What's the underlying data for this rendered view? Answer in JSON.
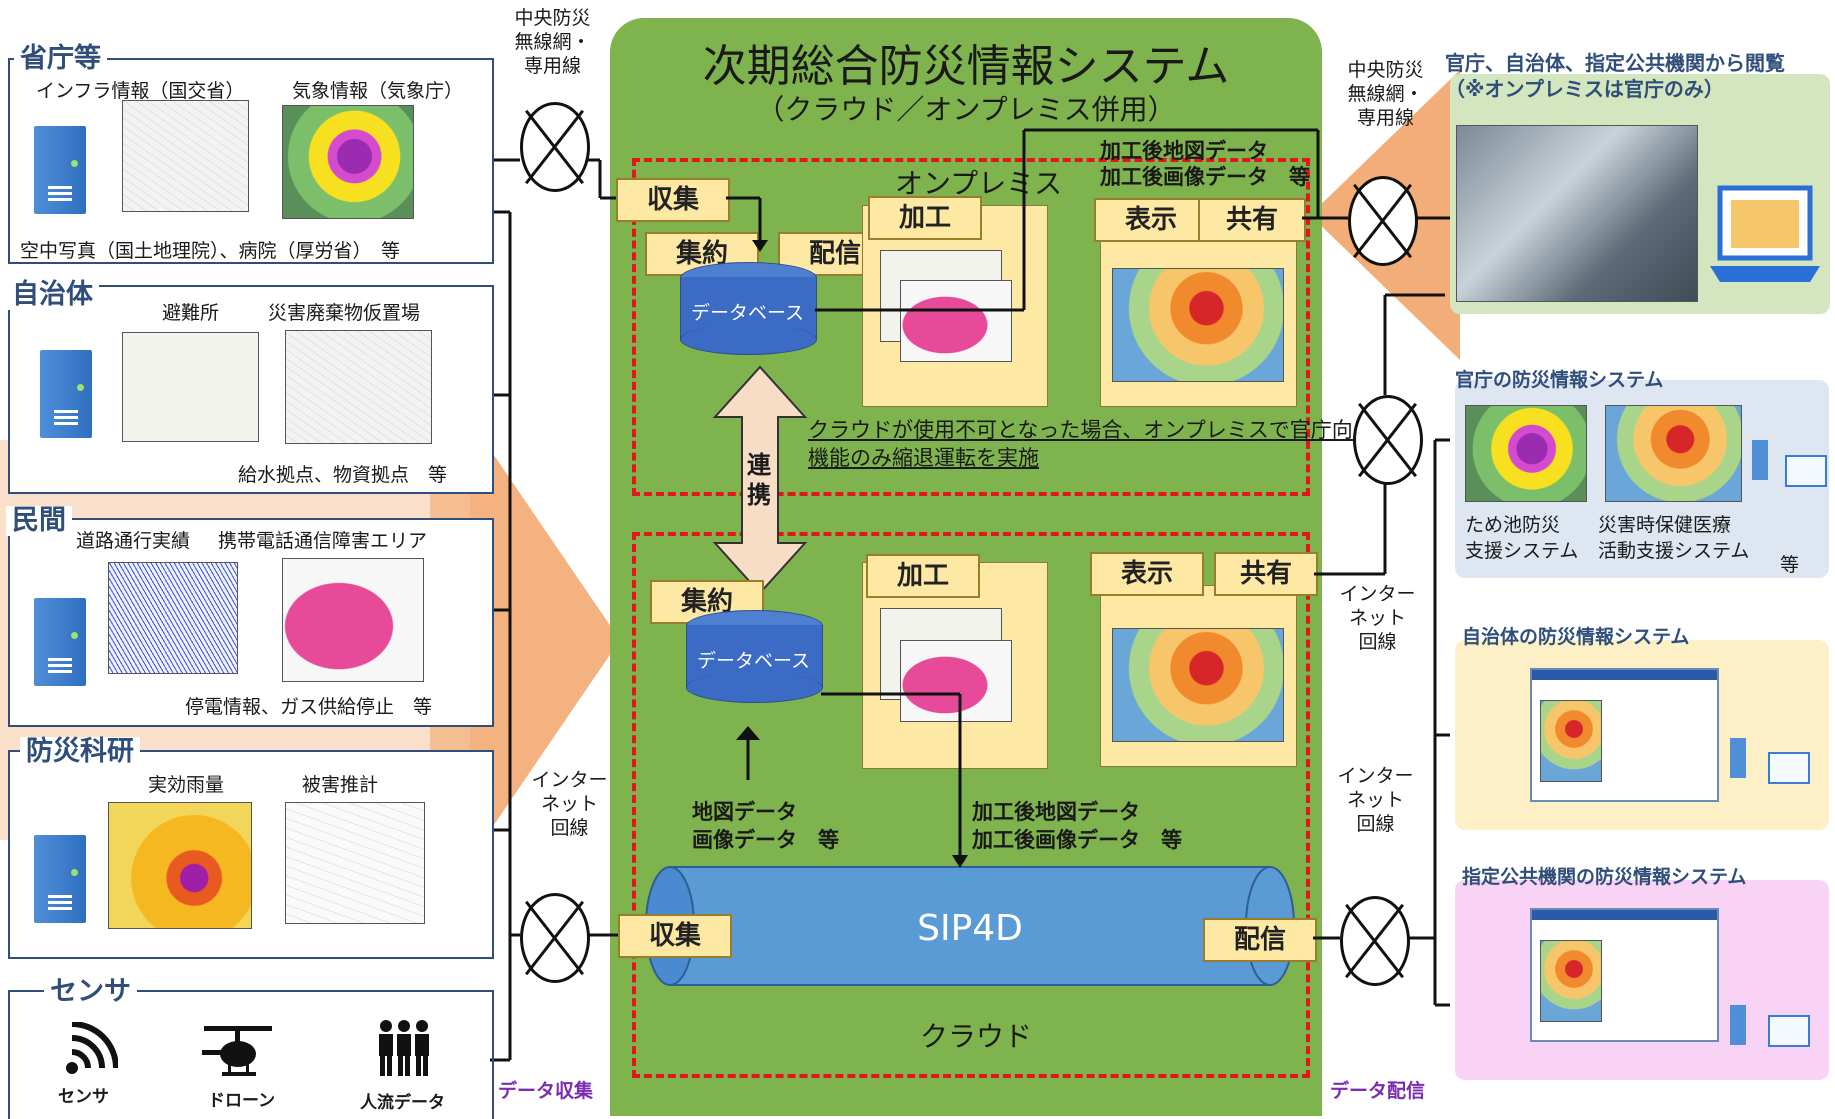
{
  "main": {
    "title": "次期総合防災情報システム",
    "subtitle": "（クラウド／オンプレミス併用）",
    "onprem_label": "オンプレミス",
    "cloud_label": "クラウド",
    "sip4d_label": "SIP4D",
    "link_label": "連携",
    "fallback_note_line1": "クラウドが使用不可となった場合、オンプレミスで官庁向け",
    "fallback_note_line2": "機能のみ縮退運転を実施",
    "onprem_processed_line1": "加工後地図データ",
    "onprem_processed_line2": "加工後画像データ　等",
    "cloud_processed_line1": "加工後地図データ",
    "cloud_processed_line2": "加工後画像データ　等",
    "cloud_input_line1": "地図データ",
    "cloud_input_line2": "画像データ　等",
    "database_label": "データベース",
    "tags": {
      "collect": "収集",
      "aggregate": "集約",
      "distribute": "配信",
      "process": "加工",
      "display": "表示",
      "share": "共有"
    }
  },
  "sources": {
    "ministry": {
      "title": "省庁等",
      "label_infra": "インフラ情報（国交省）",
      "label_weather": "気象情報（気象庁）",
      "label_bottom": "空中写真（国土地理院）、病院（厚労省）　等"
    },
    "local": {
      "title": "自治体",
      "label_shelter": "避難所",
      "label_waste": "災害廃棄物仮置場",
      "label_bottom": "給水拠点、物資拠点　等"
    },
    "private": {
      "title": "民間",
      "label_road": "道路通行実績",
      "label_mobile": "携帯電話通信障害エリア",
      "label_bottom": "停電情報、ガス供給停止　等"
    },
    "nied": {
      "title": "防災科研",
      "label_rain": "実効雨量",
      "label_damage": "被害推計"
    },
    "sensor": {
      "title": "センサ",
      "icon_sensor_label": "センサ",
      "icon_drone_label": "ドローン",
      "icon_people_label": "人流データ"
    }
  },
  "network": {
    "left_top_line1": "中央防災",
    "left_top_line2": "無線網・",
    "left_top_line3": "専用線",
    "right_top_line1": "中央防災",
    "right_top_line2": "無線網・",
    "right_top_line3": "専用線",
    "internet_line1": "インター",
    "internet_line2": "ネット",
    "internet_line3": "回線",
    "data_collection": "データ収集",
    "data_distribution": "データ配信"
  },
  "destinations": {
    "top_line1": "官庁、自治体、指定公共機関から閲覧",
    "top_line2": "（※オンプレミスは官庁のみ）",
    "gov_title": "官庁の防災情報システム",
    "gov_sys1_line1": "ため池防災",
    "gov_sys1_line2": "支援システム",
    "gov_sys2_line1": "災害時保健医療",
    "gov_sys2_line2": "活動支援システム",
    "gov_etc": "等",
    "local_title": "自治体の防災情報システム",
    "public_title": "指定公共機関の防災情報システム"
  },
  "colors": {
    "main_green": "#7fb34d",
    "dashed_red": "#e3161c",
    "tag_fill": "#fde9a3",
    "arrow_orange": "#f2a46a",
    "source_border": "#2f4e79",
    "gov_panel": "#dde6f1",
    "local_panel": "#fdf0c6",
    "public_panel": "#f8d3f5",
    "top_panel": "#d3e6bf",
    "sip4d_fill": "#5b9bd5"
  }
}
